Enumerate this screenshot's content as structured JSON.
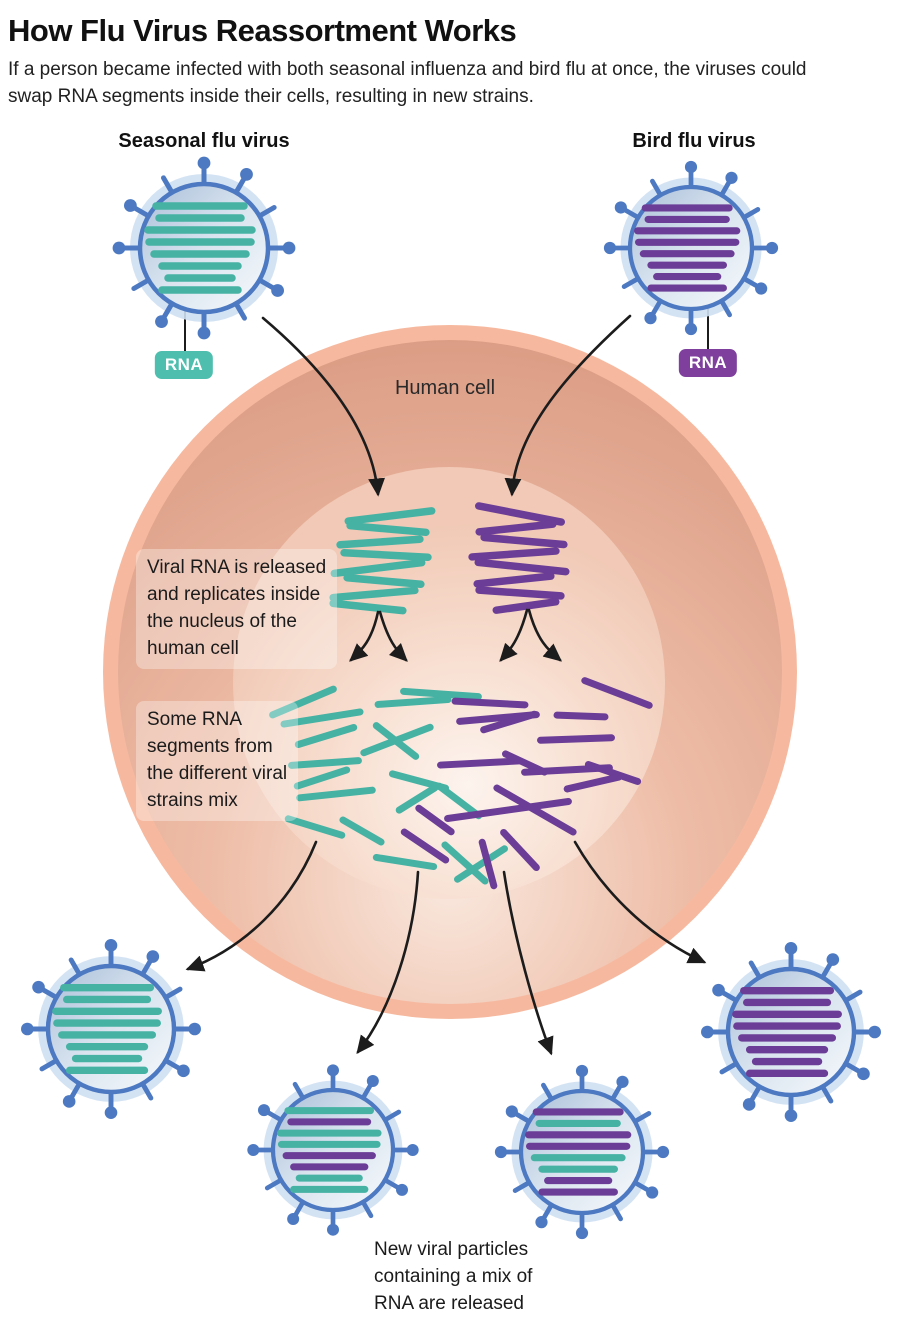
{
  "header": {
    "title": "How Flu Virus Reassortment Works",
    "subtitle": "If a person became infected with both seasonal influenza and bird flu at once, the viruses could\nswap RNA segments inside their cells, resulting in new strains."
  },
  "cell": {
    "label": "Human cell"
  },
  "annotations": {
    "released": "Viral RNA is released\nand replicates inside\nthe nucleus of the\nhuman cell",
    "mix": "Some RNA\nsegments from\nthe different viral\nstrains mix",
    "new_particles": "New viral particles\ncontaining a mix of\nRNA are released"
  },
  "source_viruses": [
    {
      "id": "seasonal",
      "label": "Seasonal flu virus",
      "rna_label": "RNA",
      "strain_color": "teal",
      "segments": [
        "teal",
        "teal",
        "teal",
        "teal",
        "teal",
        "teal",
        "teal",
        "teal"
      ]
    },
    {
      "id": "bird",
      "label": "Bird flu virus",
      "rna_label": "RNA",
      "strain_color": "purple",
      "segments": [
        "purple",
        "purple",
        "purple",
        "purple",
        "purple",
        "purple",
        "purple",
        "purple"
      ]
    }
  ],
  "offspring_viruses": [
    {
      "id": "offspring-1",
      "segments": [
        "teal",
        "teal",
        "teal",
        "teal",
        "teal",
        "teal",
        "teal",
        "teal"
      ]
    },
    {
      "id": "offspring-2",
      "segments": [
        "teal",
        "purple",
        "teal",
        "teal",
        "purple",
        "purple",
        "teal",
        "teal"
      ]
    },
    {
      "id": "offspring-3",
      "segments": [
        "purple",
        "teal",
        "purple",
        "purple",
        "teal",
        "teal",
        "purple",
        "purple"
      ]
    },
    {
      "id": "offspring-4",
      "segments": [
        "purple",
        "purple",
        "purple",
        "purple",
        "purple",
        "purple",
        "purple",
        "purple"
      ]
    }
  ],
  "nucleus_clusters": {
    "teal": [
      [
        390,
        516,
        84,
        -7
      ],
      [
        388,
        529,
        76,
        5
      ],
      [
        380,
        542,
        80,
        -4
      ],
      [
        386,
        555,
        84,
        3
      ],
      [
        378,
        568,
        88,
        -7
      ],
      [
        384,
        581,
        74,
        5
      ],
      [
        374,
        594,
        82,
        -5
      ],
      [
        368,
        607,
        70,
        6
      ]
    ],
    "purple": [
      [
        520,
        514,
        84,
        11
      ],
      [
        516,
        528,
        74,
        -6
      ],
      [
        524,
        541,
        80,
        5
      ],
      [
        514,
        554,
        84,
        -4
      ],
      [
        522,
        567,
        88,
        6
      ],
      [
        514,
        580,
        74,
        -6
      ],
      [
        520,
        593,
        82,
        4
      ],
      [
        526,
        606,
        60,
        -8
      ]
    ]
  },
  "mixed_segments": [
    [
      303,
      702,
      66,
      -23,
      "teal"
    ],
    [
      322,
      718,
      77,
      -9,
      "teal"
    ],
    [
      326,
      736,
      58,
      -17,
      "teal"
    ],
    [
      325,
      763,
      67,
      -4,
      "teal"
    ],
    [
      322,
      778,
      52,
      -18,
      "teal"
    ],
    [
      336,
      794,
      73,
      -6,
      "teal"
    ],
    [
      315,
      827,
      56,
      17,
      "teal"
    ],
    [
      362,
      831,
      44,
      30,
      "teal"
    ],
    [
      397,
      740,
      71,
      -21,
      "teal"
    ],
    [
      396,
      741,
      50,
      38,
      "teal"
    ],
    [
      413,
      702,
      70,
      -4,
      "teal"
    ],
    [
      441,
      694,
      75,
      4,
      "teal"
    ],
    [
      419,
      781,
      55,
      15,
      "teal"
    ],
    [
      417,
      799,
      42,
      -32,
      "teal"
    ],
    [
      459,
      801,
      49,
      37,
      "teal"
    ],
    [
      405,
      862,
      58,
      9,
      "teal"
    ],
    [
      465,
      863,
      54,
      42,
      "teal"
    ],
    [
      481,
      864,
      56,
      -33,
      "teal"
    ],
    [
      490,
      703,
      70,
      3,
      "purple"
    ],
    [
      498,
      718,
      77,
      -5,
      "purple"
    ],
    [
      509,
      722,
      53,
      -17,
      "purple"
    ],
    [
      617,
      693,
      69,
      21,
      "purple"
    ],
    [
      581,
      716,
      48,
      2,
      "purple"
    ],
    [
      576,
      739,
      71,
      -2,
      "purple"
    ],
    [
      480,
      763,
      79,
      -3,
      "purple"
    ],
    [
      525,
      763,
      43,
      25,
      "purple"
    ],
    [
      567,
      770,
      85,
      -3,
      "purple"
    ],
    [
      508,
      810,
      122,
      -8,
      "purple"
    ],
    [
      535,
      810,
      88,
      30,
      "purple"
    ],
    [
      613,
      773,
      52,
      19,
      "purple"
    ],
    [
      593,
      783,
      53,
      -13,
      "purple"
    ],
    [
      488,
      864,
      45,
      75,
      "purple"
    ],
    [
      520,
      850,
      48,
      47,
      "purple"
    ],
    [
      425,
      846,
      50,
      34,
      "purple"
    ],
    [
      435,
      820,
      40,
      36,
      "purple"
    ]
  ],
  "colors": {
    "teal": "#45b2a4",
    "purple": "#6b3d96",
    "teal_badge": "#4ebfae",
    "purple_badge": "#7e3f9d",
    "virus_blue": "#4c79c1",
    "virus_halo": "#cfe0f2",
    "cell_rim": "#f6b99f",
    "arrow": "#1c1c1c"
  }
}
